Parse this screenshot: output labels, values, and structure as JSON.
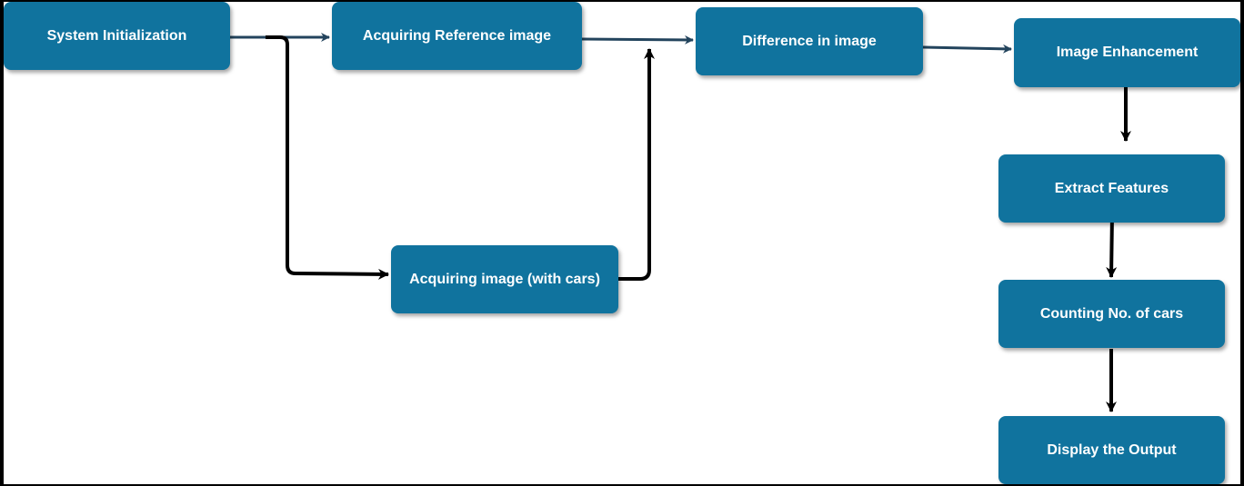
{
  "colors": {
    "node_fill": "#10739e",
    "node_text": "#ffffff",
    "flow_arrow": "#23445d",
    "branch_arrow": "#000000",
    "background": "#ffffff",
    "frame": "#000000"
  },
  "nodes": {
    "system_init": "System Initialization",
    "acq_reference": "Acquiring Reference image",
    "difference": "Difference in image",
    "enhancement": "Image Enhancement",
    "acq_with_cars": "Acquiring image (with cars)",
    "extract_features": "Extract Features",
    "counting": "Counting No. of cars",
    "display_output": "Display the Output"
  }
}
